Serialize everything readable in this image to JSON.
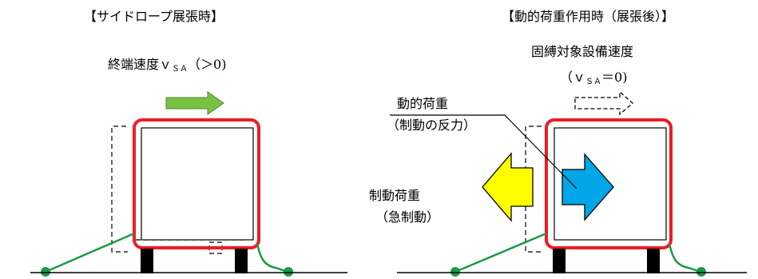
{
  "left_panel": {
    "title": "【サイドロープ展張時】",
    "speed_label": "終端速度ｖ",
    "speed_sub": "ＳＡ",
    "speed_tail": "（＞0)"
  },
  "right_panel": {
    "title": "【動的荷重作用時（展張後）】",
    "speed_title": "固縛対象設備速度",
    "speed_open": "（ｖ",
    "speed_sub": "ＳＡ",
    "speed_tail": "＝0)",
    "dynamic_load": "動的荷重",
    "dynamic_load_note": "（制動の反力）",
    "braking_load": "制動荷重",
    "braking_load_note": "（急制動）"
  },
  "colors": {
    "frame_red": "#ee1c24",
    "rope_green": "#1a9a45",
    "move_arrow_green": "#79c143",
    "braking_arrow_yellow": "#ffff00",
    "dynamic_arrow_blue": "#00a6e8",
    "leg_black": "#000000"
  }
}
